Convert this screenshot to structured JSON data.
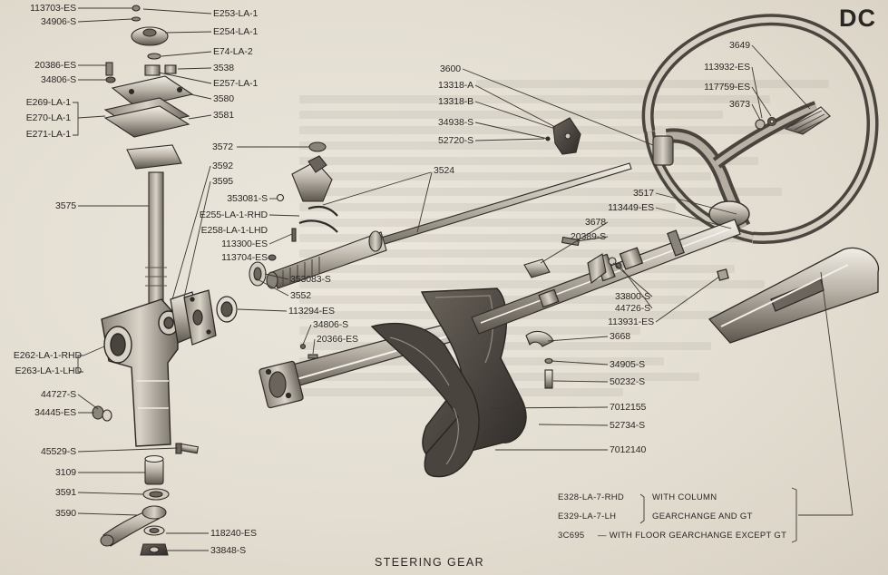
{
  "section_code": "DC",
  "title": "STEERING GEAR",
  "part_labels": [
    {
      "id": "p01",
      "text": "113703-ES"
    },
    {
      "id": "p02",
      "text": "34906-S"
    },
    {
      "id": "p03",
      "text": "20386-ES"
    },
    {
      "id": "p04",
      "text": "34806-S"
    },
    {
      "id": "p05",
      "text": "E269-LA-1"
    },
    {
      "id": "p06",
      "text": "E270-LA-1"
    },
    {
      "id": "p07",
      "text": "E271-LA-1"
    },
    {
      "id": "p08",
      "text": "3575"
    },
    {
      "id": "p09",
      "text": "E262-LA-1-RHD"
    },
    {
      "id": "p10",
      "text": "E263-LA-1-LHD"
    },
    {
      "id": "p11",
      "text": "44727-S"
    },
    {
      "id": "p12",
      "text": "34445-ES"
    },
    {
      "id": "p13",
      "text": "45529-S"
    },
    {
      "id": "p14",
      "text": "3109"
    },
    {
      "id": "p15",
      "text": "3591"
    },
    {
      "id": "p16",
      "text": "3590"
    },
    {
      "id": "p17",
      "text": "E253-LA-1"
    },
    {
      "id": "p18",
      "text": "E254-LA-1"
    },
    {
      "id": "p19",
      "text": "E74-LA-2"
    },
    {
      "id": "p20",
      "text": "3538"
    },
    {
      "id": "p21",
      "text": "E257-LA-1"
    },
    {
      "id": "p22",
      "text": "3580"
    },
    {
      "id": "p23",
      "text": "3581"
    },
    {
      "id": "p24",
      "text": "3572"
    },
    {
      "id": "p25",
      "text": "3592"
    },
    {
      "id": "p26",
      "text": "3595"
    },
    {
      "id": "p27",
      "text": "353081-S"
    },
    {
      "id": "p28",
      "text": "E255-LA-1-RHD"
    },
    {
      "id": "p29",
      "text": "E258-LA-1-LHD"
    },
    {
      "id": "p30",
      "text": "113300-ES"
    },
    {
      "id": "p31",
      "text": "113704-ES"
    },
    {
      "id": "p32",
      "text": "353083-S"
    },
    {
      "id": "p33",
      "text": "3552"
    },
    {
      "id": "p34",
      "text": "113294-ES"
    },
    {
      "id": "p35",
      "text": "34806-S"
    },
    {
      "id": "p36",
      "text": "20366-ES"
    },
    {
      "id": "p37",
      "text": "118240-ES"
    },
    {
      "id": "p38",
      "text": "33848-S"
    },
    {
      "id": "p39",
      "text": "3524"
    },
    {
      "id": "p40",
      "text": "3600"
    },
    {
      "id": "p41",
      "text": "13318-A"
    },
    {
      "id": "p42",
      "text": "13318-B"
    },
    {
      "id": "p43",
      "text": "34938-S"
    },
    {
      "id": "p44",
      "text": "52720-S"
    },
    {
      "id": "p45",
      "text": "3517"
    },
    {
      "id": "p46",
      "text": "113449-ES"
    },
    {
      "id": "p47",
      "text": "3678"
    },
    {
      "id": "p48",
      "text": "20389-S"
    },
    {
      "id": "p49",
      "text": "33800-S"
    },
    {
      "id": "p50",
      "text": "44726-S"
    },
    {
      "id": "p51",
      "text": "113931-ES"
    },
    {
      "id": "p52",
      "text": "3668"
    },
    {
      "id": "p53",
      "text": "34905-S"
    },
    {
      "id": "p54",
      "text": "50232-S"
    },
    {
      "id": "p55",
      "text": "7012155"
    },
    {
      "id": "p56",
      "text": "52734-S"
    },
    {
      "id": "p57",
      "text": "7012140"
    },
    {
      "id": "p58",
      "text": "3649"
    },
    {
      "id": "p59",
      "text": "113932-ES"
    },
    {
      "id": "p60",
      "text": "117759-ES"
    },
    {
      "id": "p61",
      "text": "3673"
    }
  ],
  "notes": {
    "line1_part": "E328-LA-7-RHD",
    "line1_text": "WITH COLUMN",
    "line2_part": "E329-LA-7-LH",
    "line2_text": "GEARCHANGE AND GT",
    "line3_part": "3C695",
    "line3_text": "— WITH FLOOR GEARCHANGE EXCEPT GT"
  },
  "colors": {
    "paper": "#e6e1d6",
    "ink": "#2a2624",
    "shade": "#6e675f"
  }
}
